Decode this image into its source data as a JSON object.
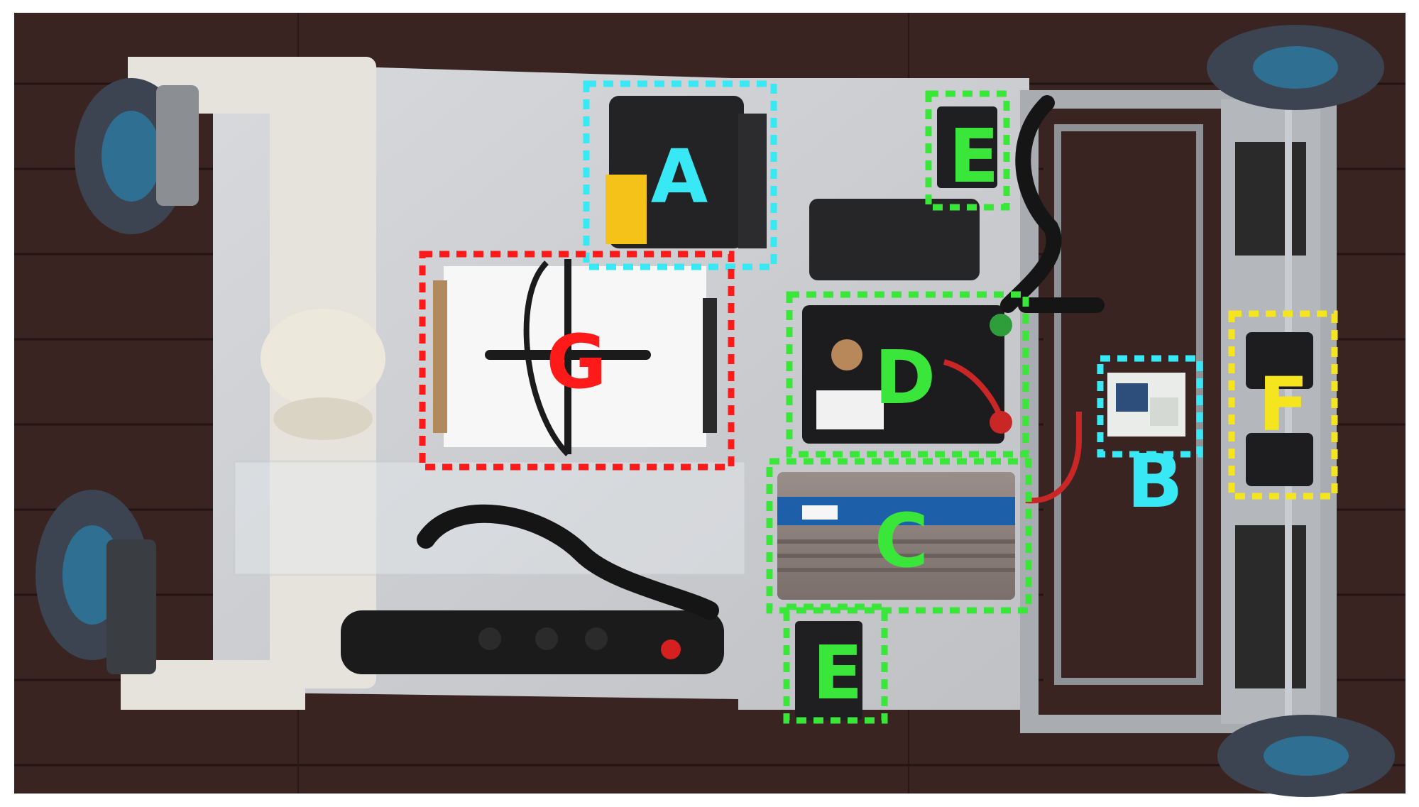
{
  "photo": {
    "subject": "mobile-robot-chassis-top-view"
  },
  "annotations": [
    {
      "label": "A",
      "color": "#38e8f5"
    },
    {
      "label": "B",
      "color": "#38e8f5"
    },
    {
      "label": "C",
      "color": "#3be63b"
    },
    {
      "label": "D",
      "color": "#3be63b"
    },
    {
      "label": "E",
      "color": "#3be63b"
    },
    {
      "label": "E",
      "color": "#3be63b"
    },
    {
      "label": "F",
      "color": "#f5e51f"
    },
    {
      "label": "G",
      "color": "#ff1a1a"
    }
  ]
}
